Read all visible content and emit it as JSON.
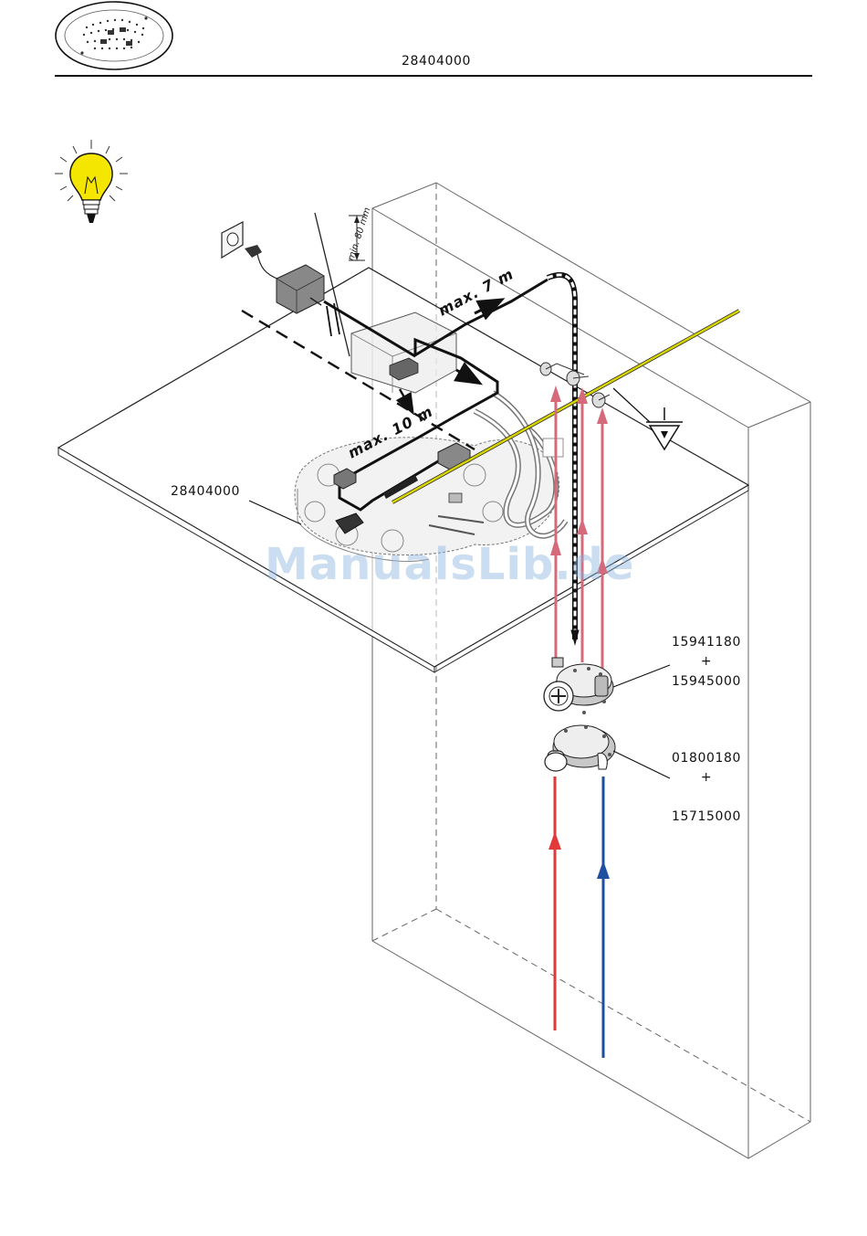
{
  "header": {
    "product_number": "28404000"
  },
  "labels": {
    "overhead_shower": "28404000",
    "mixer_top_line1": "15941180",
    "mixer_top_plus": "+",
    "mixer_top_line2": "15945000",
    "mixer_bottom_line1": "01800180",
    "mixer_bottom_plus": "+",
    "mixer_bottom_line2": "15715000",
    "max_cable_1": "max. 7 m",
    "max_cable_2": "max. 10 m",
    "min_height": "min. 80 mm"
  },
  "watermark": "ManualsLib.de",
  "icons": [
    "shower-head-icon",
    "light-bulb-icon",
    "power-socket-icon",
    "transformer-icon",
    "control-box-icon",
    "mixer-valve-icon",
    "earth-ground-icon"
  ],
  "colors": {
    "hot_water": "#e23a3a",
    "hot_water_light": "#d46a7a",
    "cold_water": "#1f4fa0",
    "ground_wire": "#d8d400",
    "bulb": "#f5e600"
  }
}
